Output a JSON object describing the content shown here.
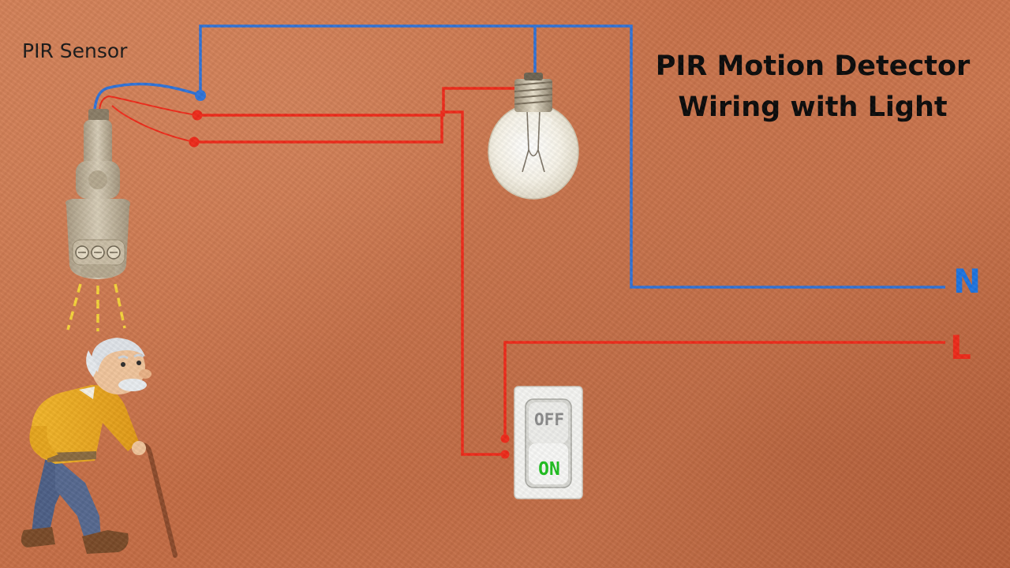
{
  "title": {
    "line1": "PIR Motion Detector",
    "line2": "Wiring with Light"
  },
  "sensor": {
    "label": "PIR Sensor"
  },
  "terminals": {
    "neutral": "N",
    "live": "L"
  },
  "switch": {
    "off_label": "OFF",
    "on_label": "ON"
  },
  "colors": {
    "neutral_wire": "#2f73d8",
    "live_wire": "#ee2a1a",
    "background": "#c9714a"
  },
  "icons": [
    "pir-sensor-icon",
    "light-bulb-icon",
    "switch-icon",
    "old-man-with-cane-icon"
  ]
}
